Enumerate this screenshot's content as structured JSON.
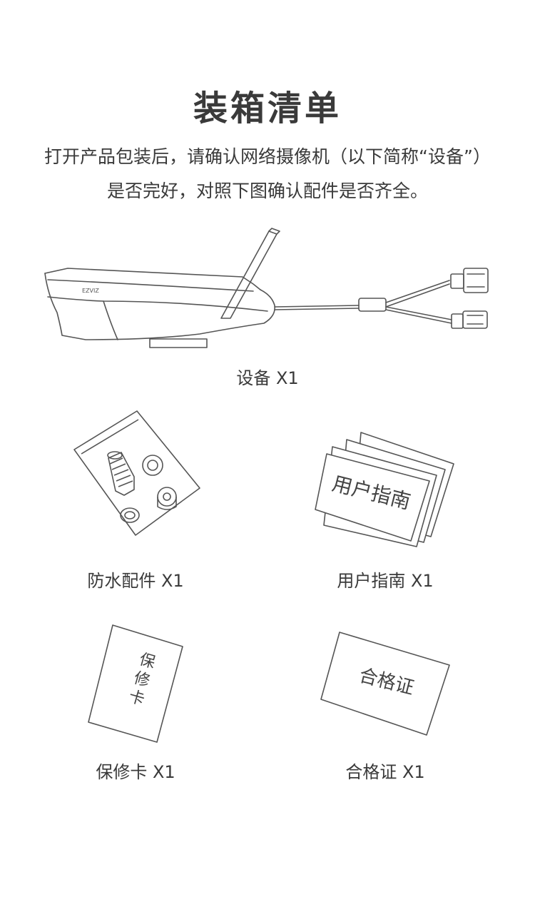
{
  "title": "装箱清单",
  "description": {
    "line1": "打开产品包装后，请确认网络摄像机（以下简称“设备”）",
    "line2": "是否完好，对照下图确认配件是否齐全。"
  },
  "items": [
    {
      "caption": "设备  X1",
      "icon": "camera-icon"
    },
    {
      "caption": "防水配件  X1",
      "icon": "waterproof-kit-icon"
    },
    {
      "caption": "用户指南  X1",
      "icon": "user-guide-icon",
      "art_text": "用户指南"
    },
    {
      "caption": "保修卡  X1",
      "icon": "warranty-card-icon",
      "art_text": "保修卡"
    },
    {
      "caption": "合格证  X1",
      "icon": "certificate-icon",
      "art_text": "合格证"
    }
  ],
  "camera_logo": "EZVIZ"
}
